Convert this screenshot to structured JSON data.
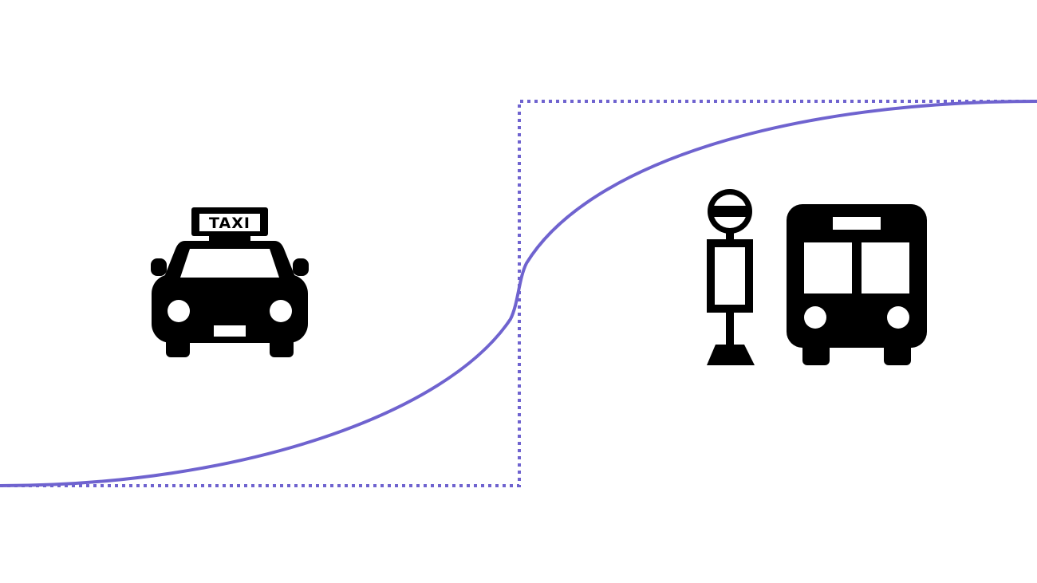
{
  "colors": {
    "background": "#ffffff",
    "curve": "#6f63cf",
    "step": "#6f63cf",
    "icon": "#000000",
    "icon_inner": "#ffffff"
  },
  "curves": {
    "smooth": {
      "shape": "s-curve",
      "style": "solid"
    },
    "step": {
      "shape": "step",
      "style": "dotted"
    }
  },
  "taxi": {
    "icon": "taxi-icon",
    "sign_text": "TAXI"
  },
  "bus_stop": {
    "icon": "bus-stop-sign-icon"
  },
  "bus": {
    "icon": "bus-icon"
  }
}
